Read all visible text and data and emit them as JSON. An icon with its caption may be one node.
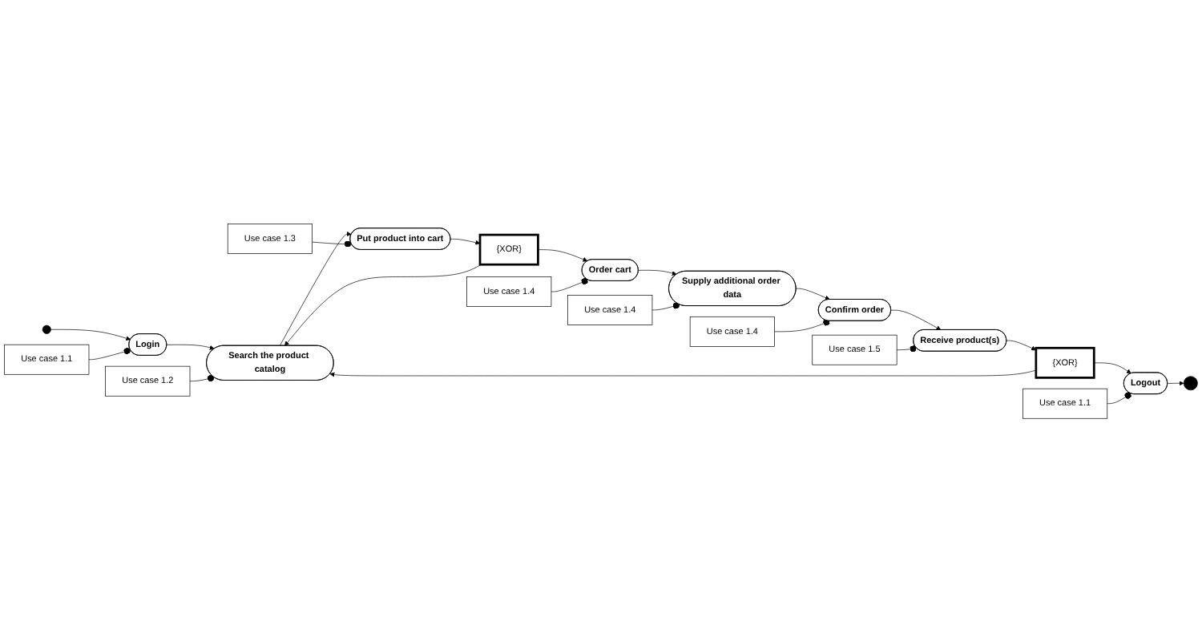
{
  "diagram": {
    "nodes": [
      {
        "text": [
          "Use case 1.1"
        ]
      },
      {
        "text": [
          "Use case 1.2"
        ]
      },
      {
        "text": [
          "Use case 1.3"
        ]
      },
      {
        "text": [
          "Use case 1.4"
        ]
      },
      {
        "text": [],
        "shape": "circle"
      },
      {
        "text": [
          "Login"
        ]
      },
      {
        "text": [
          "Search the product catalog"
        ]
      },
      {
        "text": [
          "Put product into cart"
        ]
      },
      {
        "text": [
          "{XOR}"
        ]
      },
      {
        "text": [
          "Order cart"
        ]
      },
      {
        "text": [],
        "shape": "circle"
      },
      {
        "text": [
          "Logout"
        ]
      },
      {
        "text": [
          "{XOR}"
        ]
      },
      {
        "text": [
          "Receive product(s)"
        ]
      },
      {
        "text": [
          "Confirm order"
        ]
      },
      {
        "text": [
          "Supply additional order data"
        ]
      },
      {
        "text": [
          "Use case 1.1"
        ]
      },
      {
        "text": [
          "Use case 1.5"
        ]
      },
      {
        "text": [
          "Use case 1.4"
        ]
      },
      {
        "text": [
          "Use case 1.4"
        ]
      }
    ],
    "edges": [
      {
        "from": 4,
        "to": 5,
        "arrow": "to"
      },
      {
        "from": 5,
        "to": 6,
        "arrow": "to"
      },
      {
        "from": 6,
        "to": 7,
        "arrow": "to"
      },
      {
        "from": 7,
        "to": 8,
        "arrow": "to"
      },
      {
        "from": 8,
        "to": 9,
        "arrow": "to"
      },
      {
        "from": 8,
        "to": 6,
        "arrow": "to"
      },
      {
        "from": 9,
        "to": 15,
        "arrow": "to"
      },
      {
        "from": 15,
        "to": 14,
        "arrow": "to"
      },
      {
        "from": 14,
        "to": 13,
        "arrow": "to"
      },
      {
        "from": 13,
        "to": 12,
        "arrow": "to"
      },
      {
        "from": 12,
        "to": 11,
        "arrow": "to"
      },
      {
        "from": 12,
        "to": 6,
        "arrow": "to"
      },
      {
        "from": 11,
        "to": 10,
        "arrow": "to"
      },
      {
        "from": 0,
        "to": 5,
        "arrow": "other"
      },
      {
        "from": 1,
        "to": 6,
        "arrow": "other"
      },
      {
        "from": 2,
        "to": 7,
        "arrow": "other"
      },
      {
        "from": 3,
        "to": 9,
        "arrow": "other"
      },
      {
        "from": 16,
        "to": 11,
        "arrow": "other"
      },
      {
        "from": 17,
        "to": 13,
        "arrow": "other"
      },
      {
        "from": 18,
        "to": 14,
        "arrow": "other"
      },
      {
        "from": 19,
        "to": 15,
        "arrow": "other"
      }
    ]
  }
}
